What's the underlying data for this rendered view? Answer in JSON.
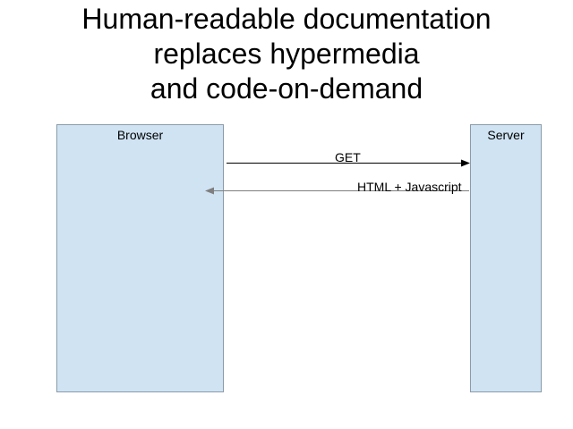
{
  "title": {
    "lines": [
      "Human-readable documentation",
      "replaces hypermedia",
      "and code-on-demand"
    ]
  },
  "lanes": {
    "browser": "Browser",
    "server": "Server"
  },
  "messages": {
    "request": "GET",
    "response": "HTML + Javascript"
  },
  "colors": {
    "lane_fill": "#cfe3f3",
    "lane_border": "#8c9ba8",
    "request_arrow": "#000000",
    "response_arrow": "#7f7f7f"
  }
}
